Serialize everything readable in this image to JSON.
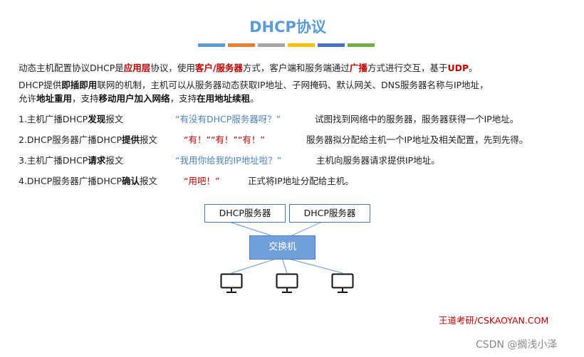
{
  "title": "DHCP协议",
  "color_bars": [
    "#5b9bd5",
    "#ed7d31",
    "#a5a5a5",
    "#ffc000",
    "#4472c4",
    "#70ad47"
  ],
  "intro": {
    "p1": [
      "动态主机配置协议DHCP是",
      "应用层",
      "协议，使用",
      "客户/服务器",
      "方式，客户端和服务端通过",
      "广播",
      "方式进行交互，基于",
      "UDP",
      "。"
    ],
    "p2_line1": [
      "DHCP提供",
      "即插即用",
      "联网的机制，主机可以从服务器动态获取IP地址、子网掩码、默认网关、DNS服务器名称与IP地址，"
    ],
    "p2_line2": [
      "允许",
      "地址重用",
      "，支持",
      "移动用户加入网络",
      "，支持",
      "在用地址续租",
      "。"
    ]
  },
  "steps": [
    {
      "prefix": "1.主机广播DHCP",
      "keyword": "发现",
      "suffix": "报文",
      "quote": "“有没有DHCP服务器呀？”",
      "desc": "试图找到网络中的服务器，服务器获得一个IP地址。"
    },
    {
      "prefix": "2.DHCP服务器广播DHCP",
      "keyword": "提供",
      "suffix": "报文",
      "quote": "“有！”“有！”“有！”",
      "desc": "服务器拟分配给主机一个IP地址及相关配置，先到先得。"
    },
    {
      "prefix": "3.主机广播DHCP",
      "keyword": "请求",
      "suffix": "报文",
      "quote": "“我用你给我的IP地址啦？”",
      "desc": "主机向服务器请求提供IP地址。"
    },
    {
      "prefix": "4.DHCP服务器广播DHCP",
      "keyword": "确认",
      "suffix": "报文",
      "quote": "“用吧！”",
      "desc": "正式将IP地址分配给主机。"
    }
  ],
  "diagram": {
    "servers": [
      "DHCP服务器",
      "DHCP服务器"
    ],
    "switch": "交换机",
    "pcs": [
      "computer-monitor-icon",
      "computer-monitor-icon",
      "computer-monitor-icon"
    ]
  },
  "footer_brand": "王道考研/CSKAOYAN.COM",
  "watermark": "CSDN @搁浅小泽"
}
